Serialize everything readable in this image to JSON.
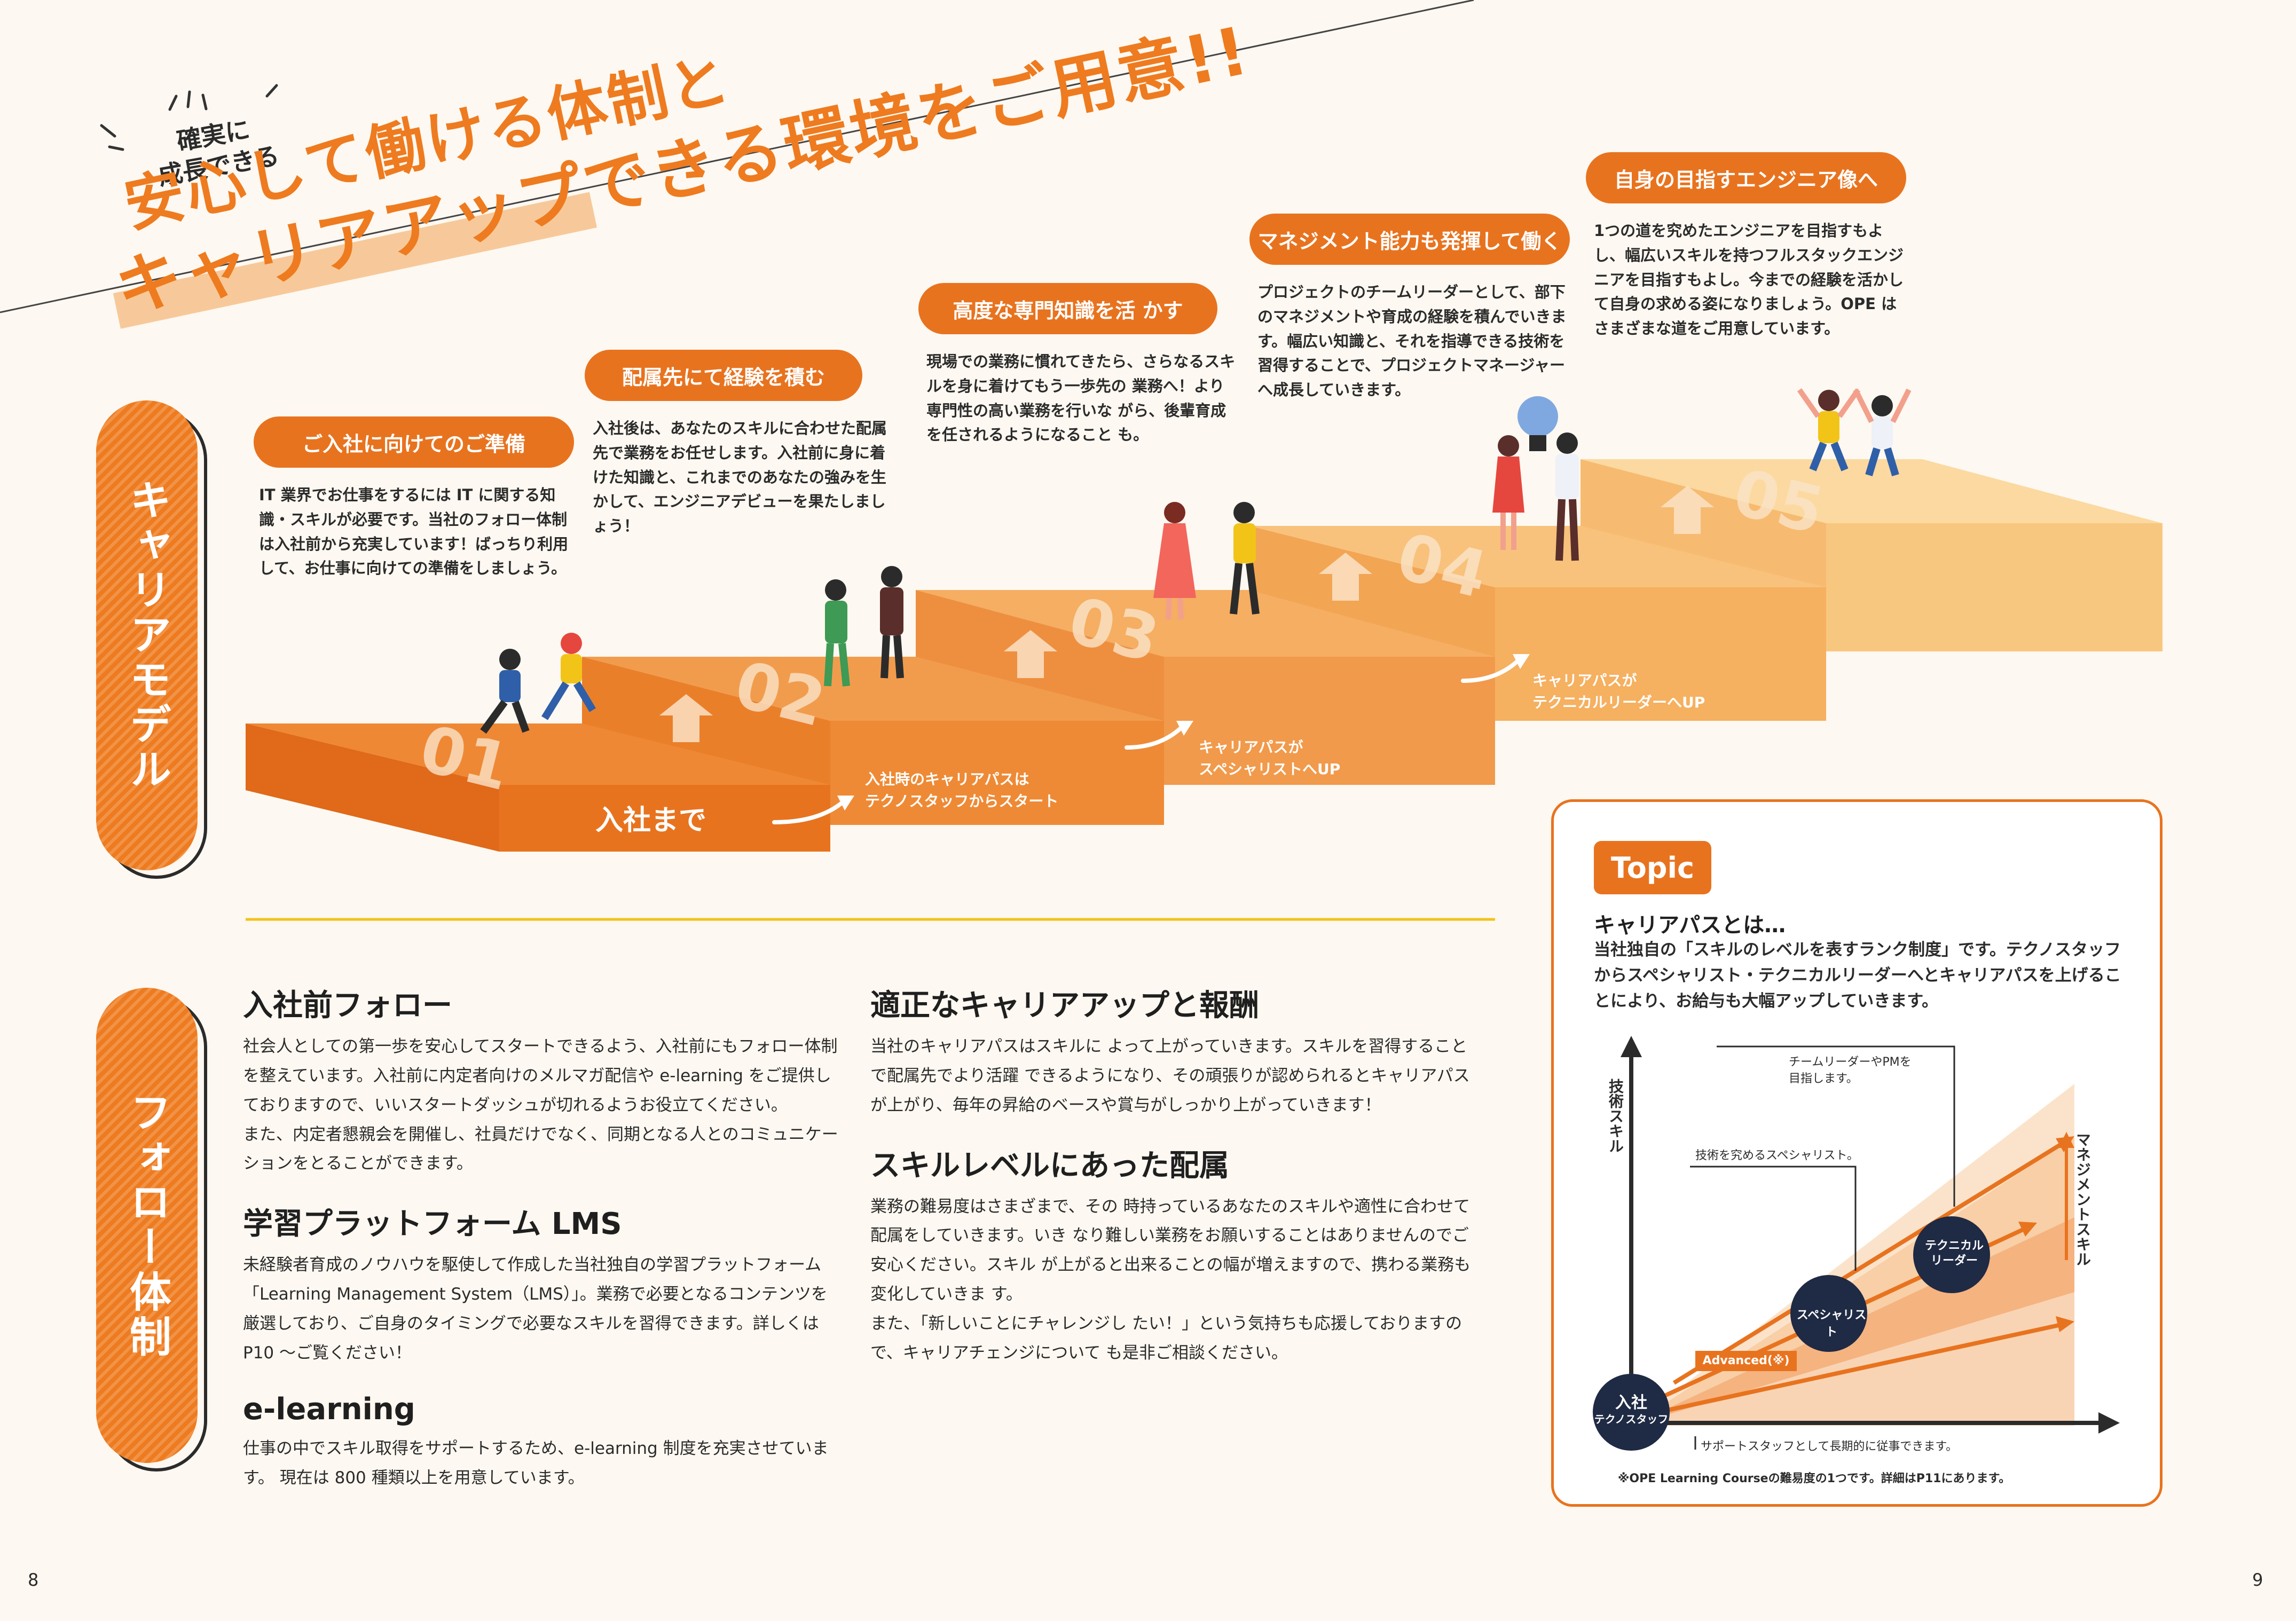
{
  "headline": {
    "badge": [
      "確実に",
      "成長できる"
    ],
    "line1": "安心して働ける体制と",
    "line2_highlight": "キャリアアップ",
    "line2_rest": "できる環境をご用意!!"
  },
  "side_tabs": {
    "career": "キャリアモデル",
    "follow": "フォロー体制"
  },
  "steps": [
    {
      "label": "ご入社に向けてのご準備",
      "text": "IT 業界でお仕事をするには IT に関する知識・スキルが必要です。当社のフォロー体制は入社前から充実しています！ばっちり利用して、お仕事に向けての準備をしましょう。"
    },
    {
      "label": "配属先にて経験を積む",
      "text": "入社後は、あなたのスキルに合わせた配属先で業務をお任せします。入社前に身に着けた知識と、これまでのあなたの強みを生かして、エンジニアデビューを果たしましょう！"
    },
    {
      "label": "高度な専門知識を活 かす",
      "text": "現場での業務に慣れてきたら、さらなるスキルを身に着けてもう一歩先の 業務へ！より専門性の高い業務を行いな がら、後輩育成を任されるようになること も。"
    },
    {
      "label": "マネジメント能力も発揮して働く",
      "text": "プロジェクトのチームリーダーとして、部下のマネジメントや育成の経験を積んでいきます。幅広い知識と、それを指導できる技術を習得することで、プロジェクトマネージャーへ成長していきます。"
    },
    {
      "label": "自身の目指すエンジニア像へ",
      "text": "1つの道を究めたエンジニアを目指すもよし、幅広いスキルを持つフルスタックエンジニアを目指すもよし。今までの経験を活かして自身の求める姿になりましょう。OPE はさまざまな道をご用意しています。"
    }
  ],
  "stairs": {
    "numbers": [
      "01",
      "02",
      "03",
      "04",
      "05"
    ],
    "before_join": "入社まで",
    "path1": [
      "入社時のキャリアパスは",
      "テクノスタッフからスタート"
    ],
    "path2": [
      "キャリアパスが",
      "スペシャリストへUP"
    ],
    "path3": [
      "キャリアパスが",
      "テクニカルリーダーへUP"
    ]
  },
  "colors": {
    "accent": "#e8731f",
    "step1": "#e8731f",
    "step2": "#ee8a35",
    "step3": "#f19a4b",
    "step4": "#f5b060",
    "step5": "#f8c77f",
    "divider": "#f2c418"
  },
  "follow": {
    "left": [
      {
        "title": "入社前フォロー",
        "body": "社会人としての第一歩を安心してスタートできるよう、入社前にもフォロー体制を整えています。入社前に内定者向けのメルマガ配信や e-learning をご提供しておりますので、いいスタートダッシュが切れるようお役立てください。\nまた、内定者懇親会を開催し、社員だけでなく、同期となる人とのコミュニケーションをとることができます。"
      },
      {
        "title": "学習プラットフォーム LMS",
        "body": "未経験者育成のノウハウを駆使して作成した当社独自の学習プラットフォーム「Learning Management System（LMS）」。業務で必要となるコンテンツを厳選しており、ご自身のタイミングで必要なスキルを習得できます。詳しくは P10 〜ご覧ください！"
      },
      {
        "title": "e-learning",
        "body": "仕事の中でスキル取得をサポートするため、e-learning 制度を充実させています。 現在は 800 種類以上を用意しています。"
      }
    ],
    "right": [
      {
        "title": "適正なキャリアアップと報酬",
        "body": "当社のキャリアパスはスキルに よって上がっていきます。スキルを習得することで配属先でより活躍 できるようになり、その頑張りが認められるとキャリアパスが上がり、毎年の昇給のベースや賞与がしっかり上がっていきます！"
      },
      {
        "title": "スキルレベルにあった配属",
        "body": "業務の難易度はさまざまで、その 時持っているあなたのスキルや適性に合わせて配属をしていきます。いき なり難しい業務をお願いすることはありませんのでご安心ください。スキル が上がると出来ることの幅が増えますので、携わる業務も変化していきま す。\nまた、「新しいことにチャレンジし たい！」という気持ちも応援しておりますので、キャリアチェンジについて も是非ご相談ください。"
      }
    ]
  },
  "topic": {
    "badge": "Topic",
    "title": "キャリアパスとは…",
    "body": "当社独自の「スキルのレベルを表すランク制度」です。テクノスタッフからスペシャリスト・テクニカルリーダーへとキャリアパスを上げることにより、お給与も大幅アップしていきます。",
    "chart": {
      "y_axis": "技術スキル",
      "right_axis": "マネジメントスキル",
      "node_start": [
        "入社",
        "テクノスタッフ"
      ],
      "node_specialist": "スペシャリスト",
      "node_leader": [
        "テクニカル",
        "リーダー"
      ],
      "note_leader": [
        "チームリーダーやPMを",
        "目指します。"
      ],
      "note_specialist": "技術を究めるスペシャリスト。",
      "advanced": "Advanced(※)",
      "note_support": "サポートスタッフとして長期的に従事できます。",
      "footnote": "※OPE Learning Courseの難易度の1つです。詳細はP11にあります。"
    }
  },
  "pages": {
    "left": "8",
    "right": "9"
  }
}
